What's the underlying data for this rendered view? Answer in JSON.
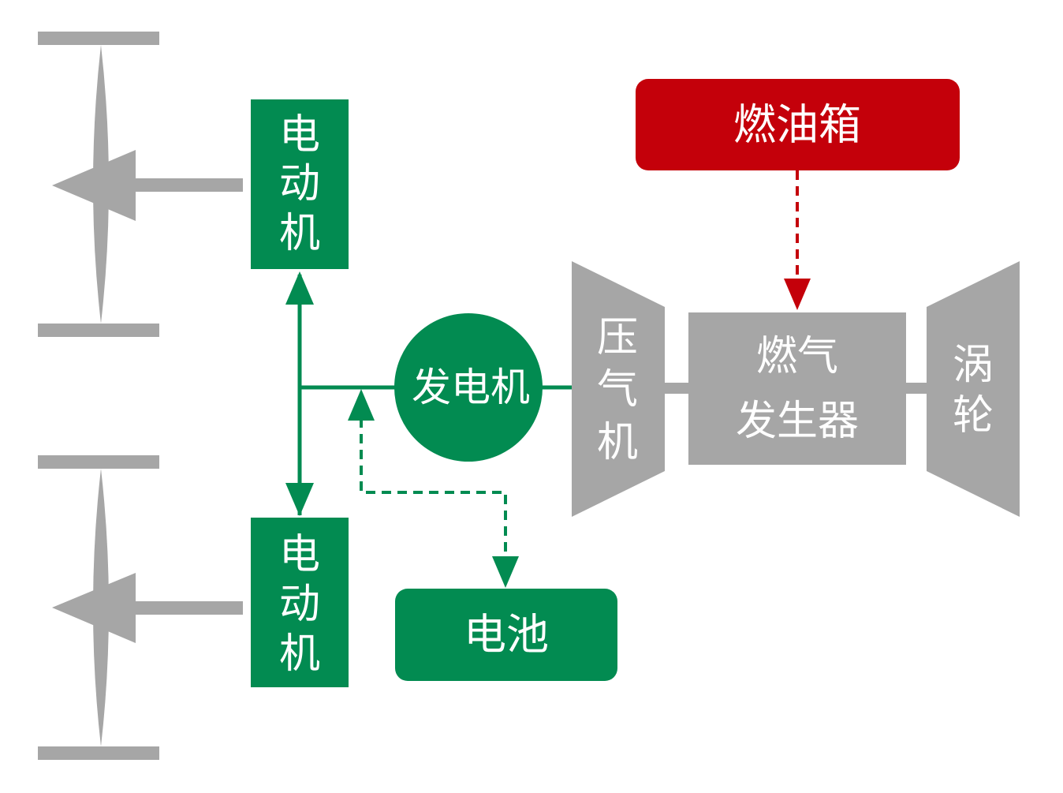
{
  "diagram": {
    "motor_top": [
      "电",
      "动",
      "机"
    ],
    "motor_bottom": [
      "电",
      "动",
      "机"
    ],
    "generator": "发电机",
    "battery": "电池",
    "fuel_tank": "燃油箱",
    "compressor": [
      "压",
      "气",
      "机"
    ],
    "gas_generator": [
      "燃气",
      "发生器"
    ],
    "turbine": [
      "涡",
      "轮"
    ]
  },
  "colors": {
    "green": "#028b51",
    "red": "#c4000a",
    "gray": "#a6a6a6",
    "white": "#ffffff"
  }
}
